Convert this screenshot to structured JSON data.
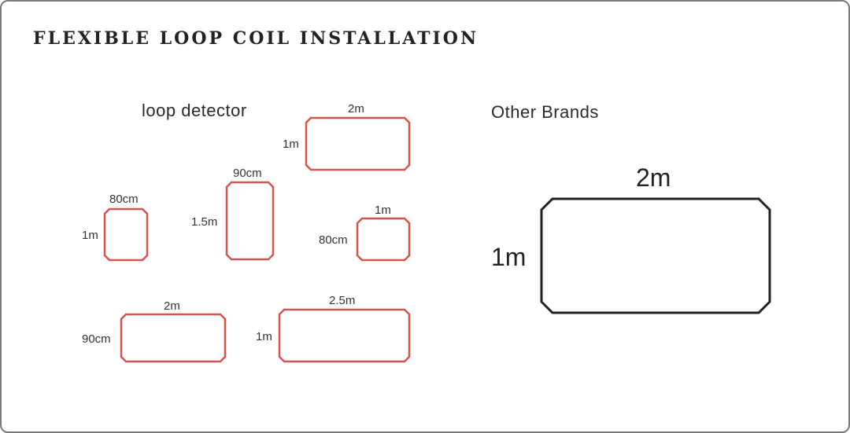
{
  "title": "FLEXIBLE LOOP COIL INSTALLATION",
  "left_heading": "loop detector",
  "right_heading": "Other Brands",
  "colors": {
    "loop_stroke": "#d8534f",
    "other_stroke": "#222222"
  },
  "loops": [
    {
      "id": "2m-1m",
      "top": "2m",
      "side": "1m"
    },
    {
      "id": "80cm-1m",
      "top": "80cm",
      "side": "1m"
    },
    {
      "id": "90cm-1.5m",
      "top": "90cm",
      "side": "1.5m"
    },
    {
      "id": "1m-80cm",
      "top": "1m",
      "side": "80cm"
    },
    {
      "id": "2m-90cm",
      "top": "2m",
      "side": "90cm"
    },
    {
      "id": "2.5m-1m",
      "top": "2.5m",
      "side": "1m"
    }
  ],
  "other_loop": {
    "top": "2m",
    "side": "1m"
  }
}
